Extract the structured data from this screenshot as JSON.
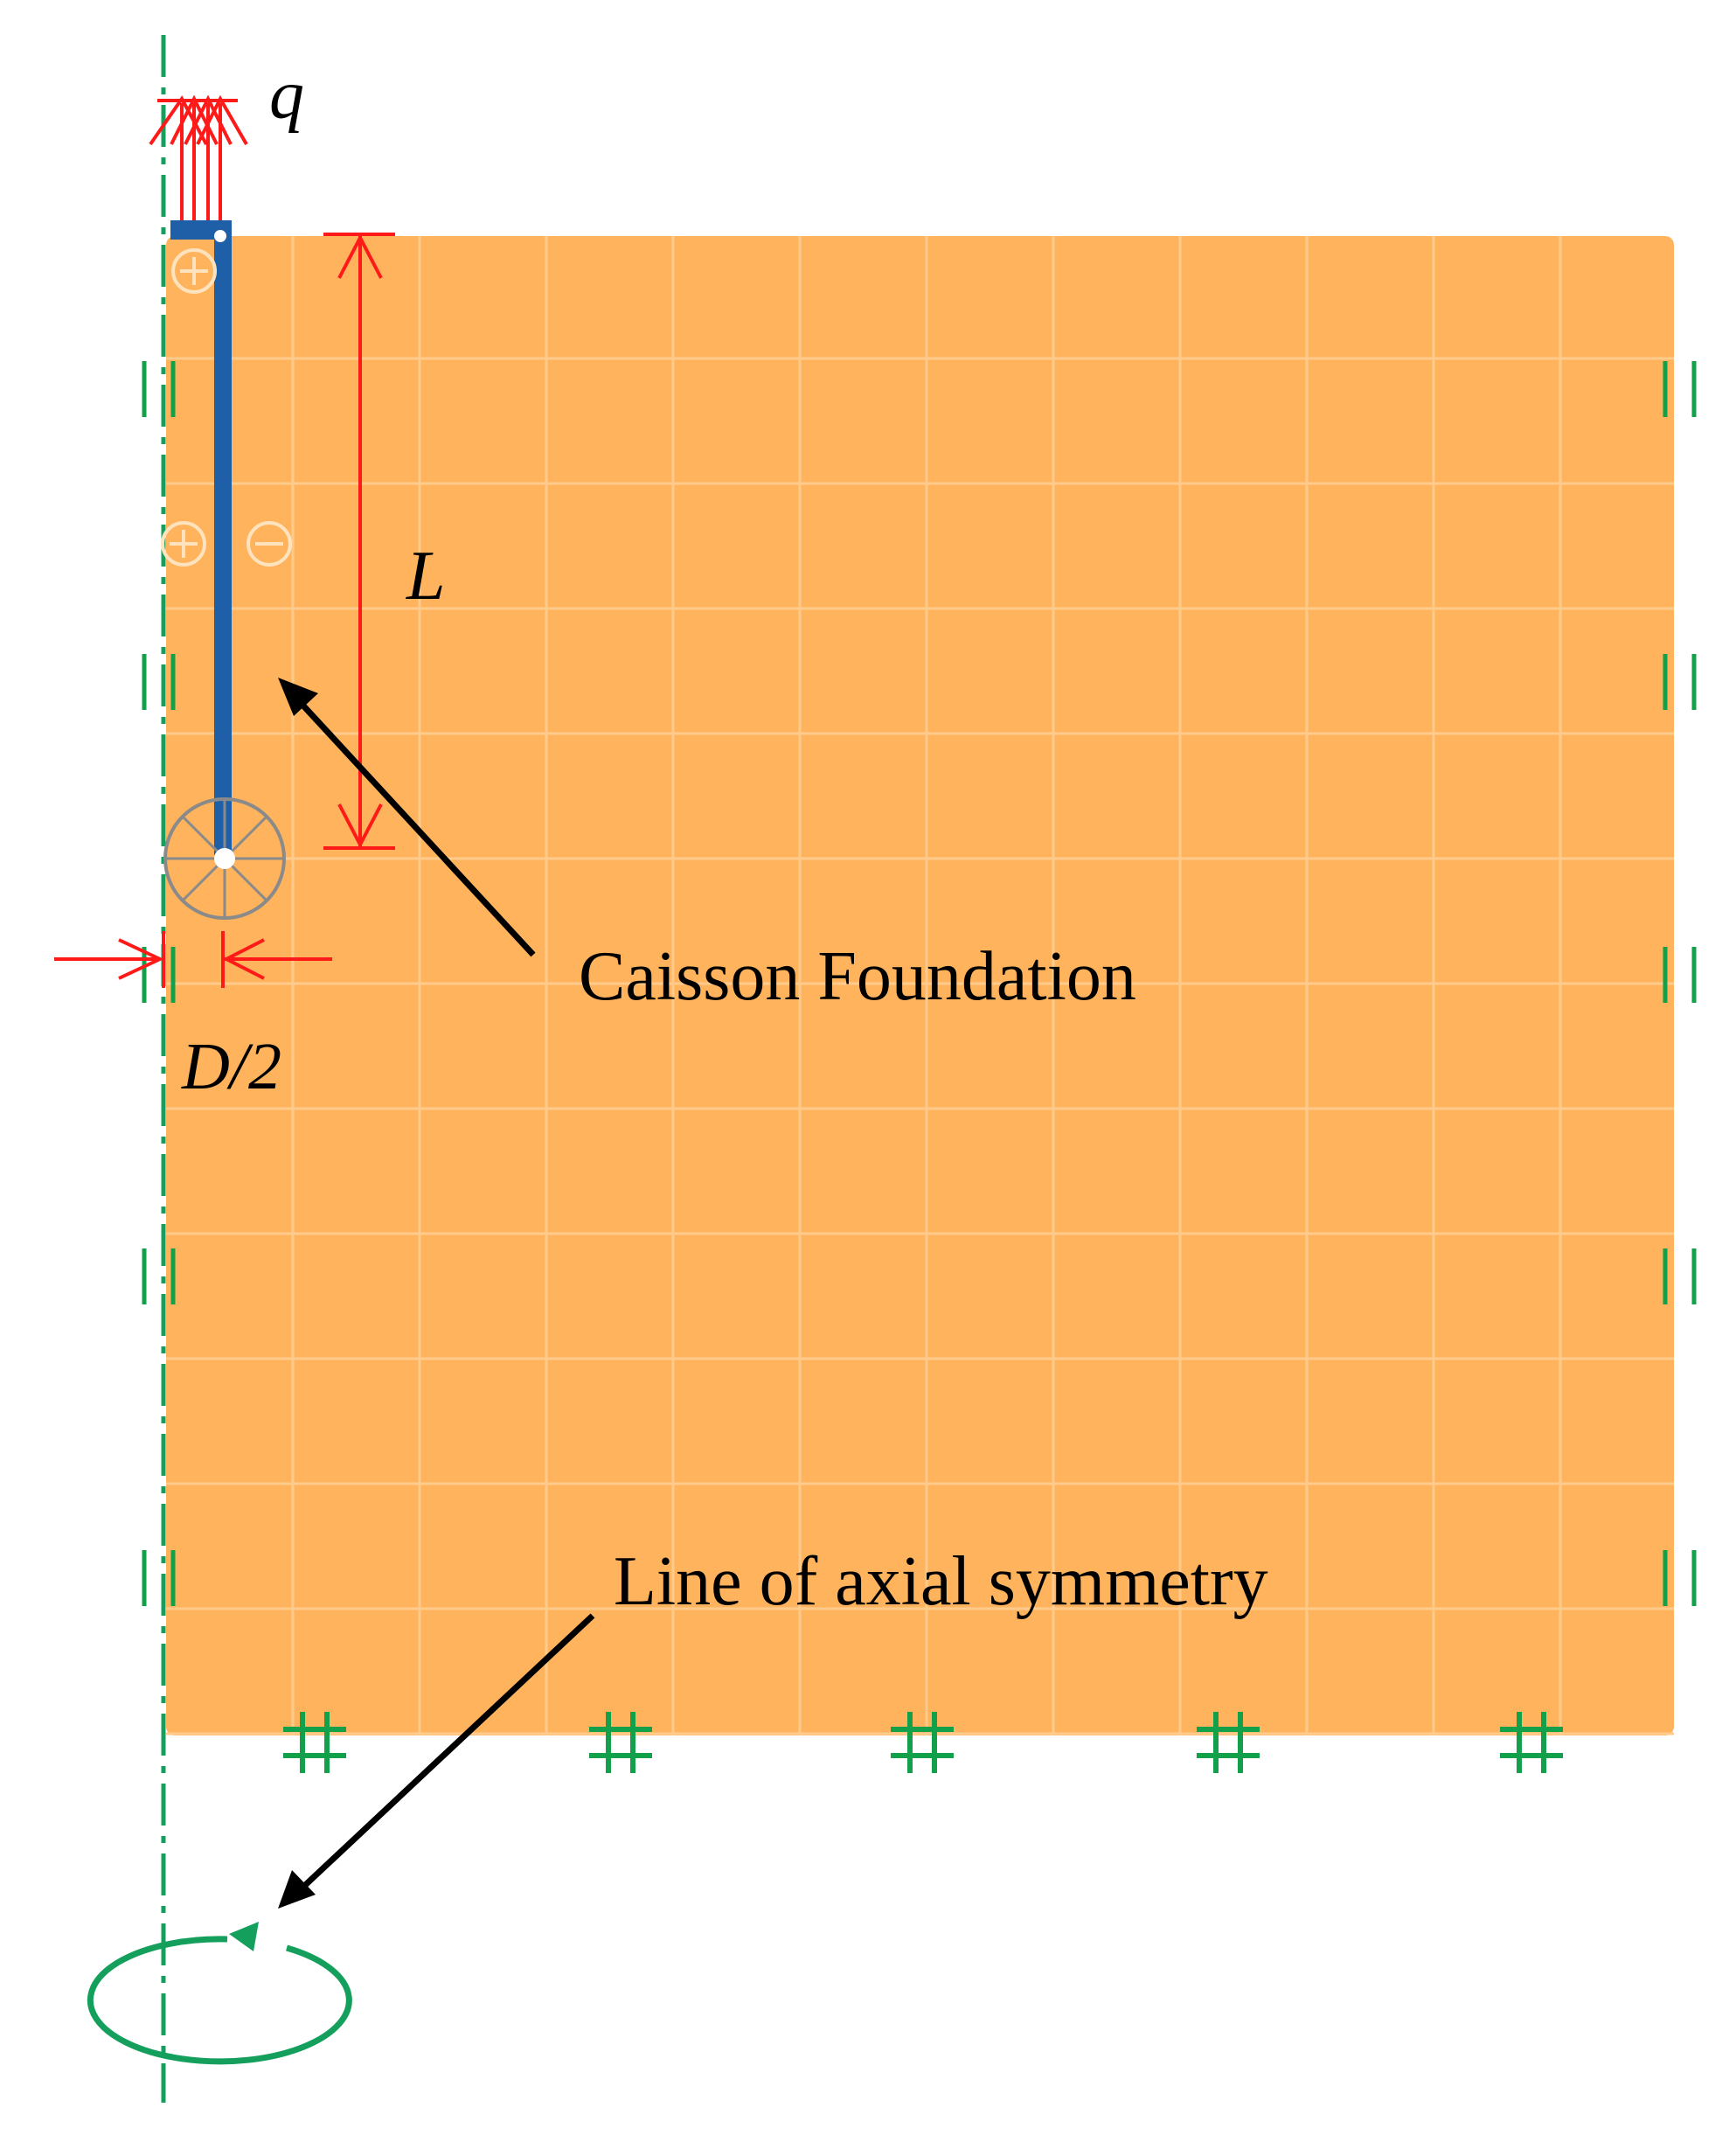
{
  "labels": {
    "load": "q",
    "length": "L",
    "half_diameter": "D/2",
    "caisson": "Caisson Foundation",
    "symmetry": "Line of axial symmetry"
  },
  "colors": {
    "soil": "#FFB35C",
    "grid": "#FFCB8C",
    "caisson": "#1F5FA8",
    "dimension": "#FF1A1A",
    "support": "#12A04A",
    "symmetry_axis": "#14A05C",
    "node_symbol": "#8A8A8A",
    "text": "#000000"
  },
  "icons": {
    "load_arrows": "upward-arrow-group",
    "roller_supports": "double-bar-roller",
    "fixed_supports": "hash-fixity",
    "interface_markers": "plus-minus-circle",
    "tip_node": "spoked-wheel",
    "rotation": "circular-arrow"
  }
}
